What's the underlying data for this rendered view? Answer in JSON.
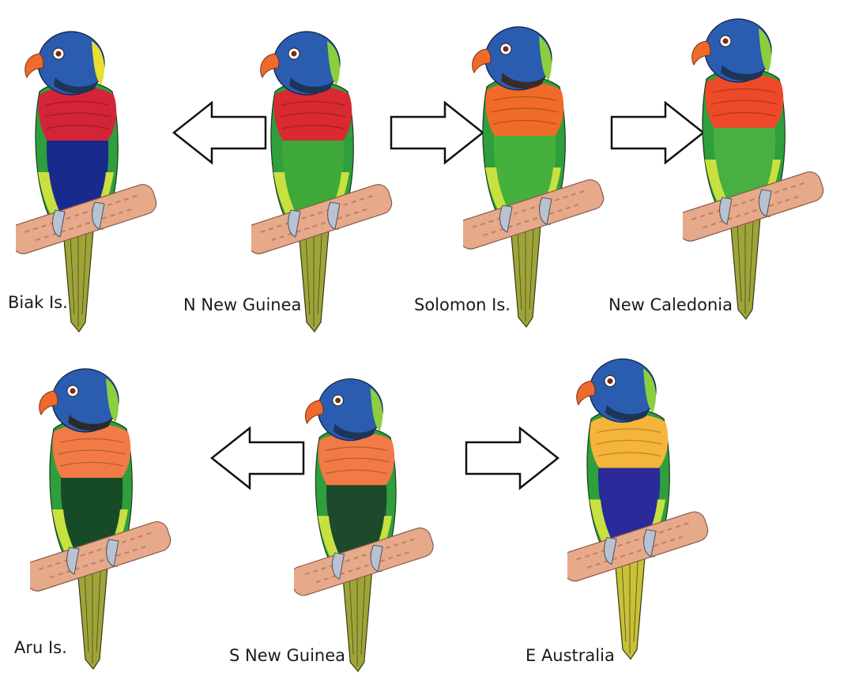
{
  "labels": {
    "biak": "Biak Is.",
    "n_new_guinea": "N New Guinea",
    "solomon": "Solomon Is.",
    "new_caledonia": "New Caledonia",
    "aru": "Aru Is.",
    "s_new_guinea": "S New Guinea",
    "e_australia": "E Australia"
  },
  "colors": {
    "beak": "#ef6a2c",
    "beak_tip": "#f7a35c",
    "head_blue": "#2a5cb0",
    "head_dark": "#1d3557",
    "collar_green": "#8ccf3c",
    "wing_green": "#2f9e3c",
    "wing_dark": "#1d6b2a",
    "tail_olive": "#9ea43a",
    "perch": "#e6a98a",
    "perch_dark": "#c27d63",
    "feet": "#b8c2d0",
    "arrow_stroke": "#111111",
    "biak_breast": "#d4243a",
    "biak_belly": "#1a2a8c",
    "nng_breast": "#d82a30",
    "nng_belly": "#3ea838",
    "sol_breast": "#f06a28",
    "sol_belly": "#46b03c",
    "newcal_breast": "#ee4a2a",
    "newcal_belly": "#48b040",
    "aru_breast": "#f27a46",
    "aru_belly": "#174a26",
    "sng_breast": "#f27a46",
    "sng_belly": "#1c4a2a",
    "eaus_breast": "#f5b43a",
    "eaus_belly": "#2a2a9a"
  }
}
